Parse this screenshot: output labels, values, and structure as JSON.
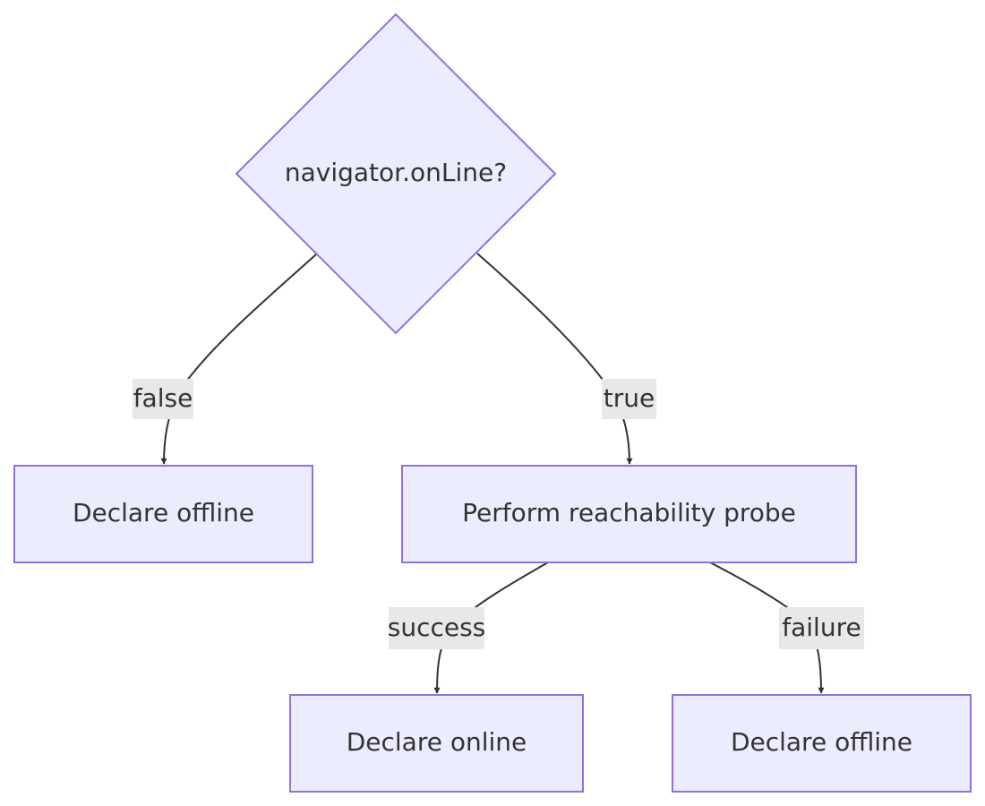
{
  "nodes": {
    "decision": {
      "label": "navigator.onLine?"
    },
    "declare_offline_left": {
      "label": "Declare offline"
    },
    "probe": {
      "label": "Perform reachability probe"
    },
    "declare_online": {
      "label": "Declare online"
    },
    "declare_offline_right": {
      "label": "Declare offline"
    }
  },
  "edges": {
    "false": {
      "label": "false"
    },
    "true": {
      "label": "true"
    },
    "success": {
      "label": "success"
    },
    "failure": {
      "label": "failure"
    }
  },
  "colors": {
    "node_fill": "#ECECFF",
    "node_stroke": "#9370DB",
    "edge": "#333333",
    "label_bg": "#E8E8E8",
    "text": "#333333"
  }
}
